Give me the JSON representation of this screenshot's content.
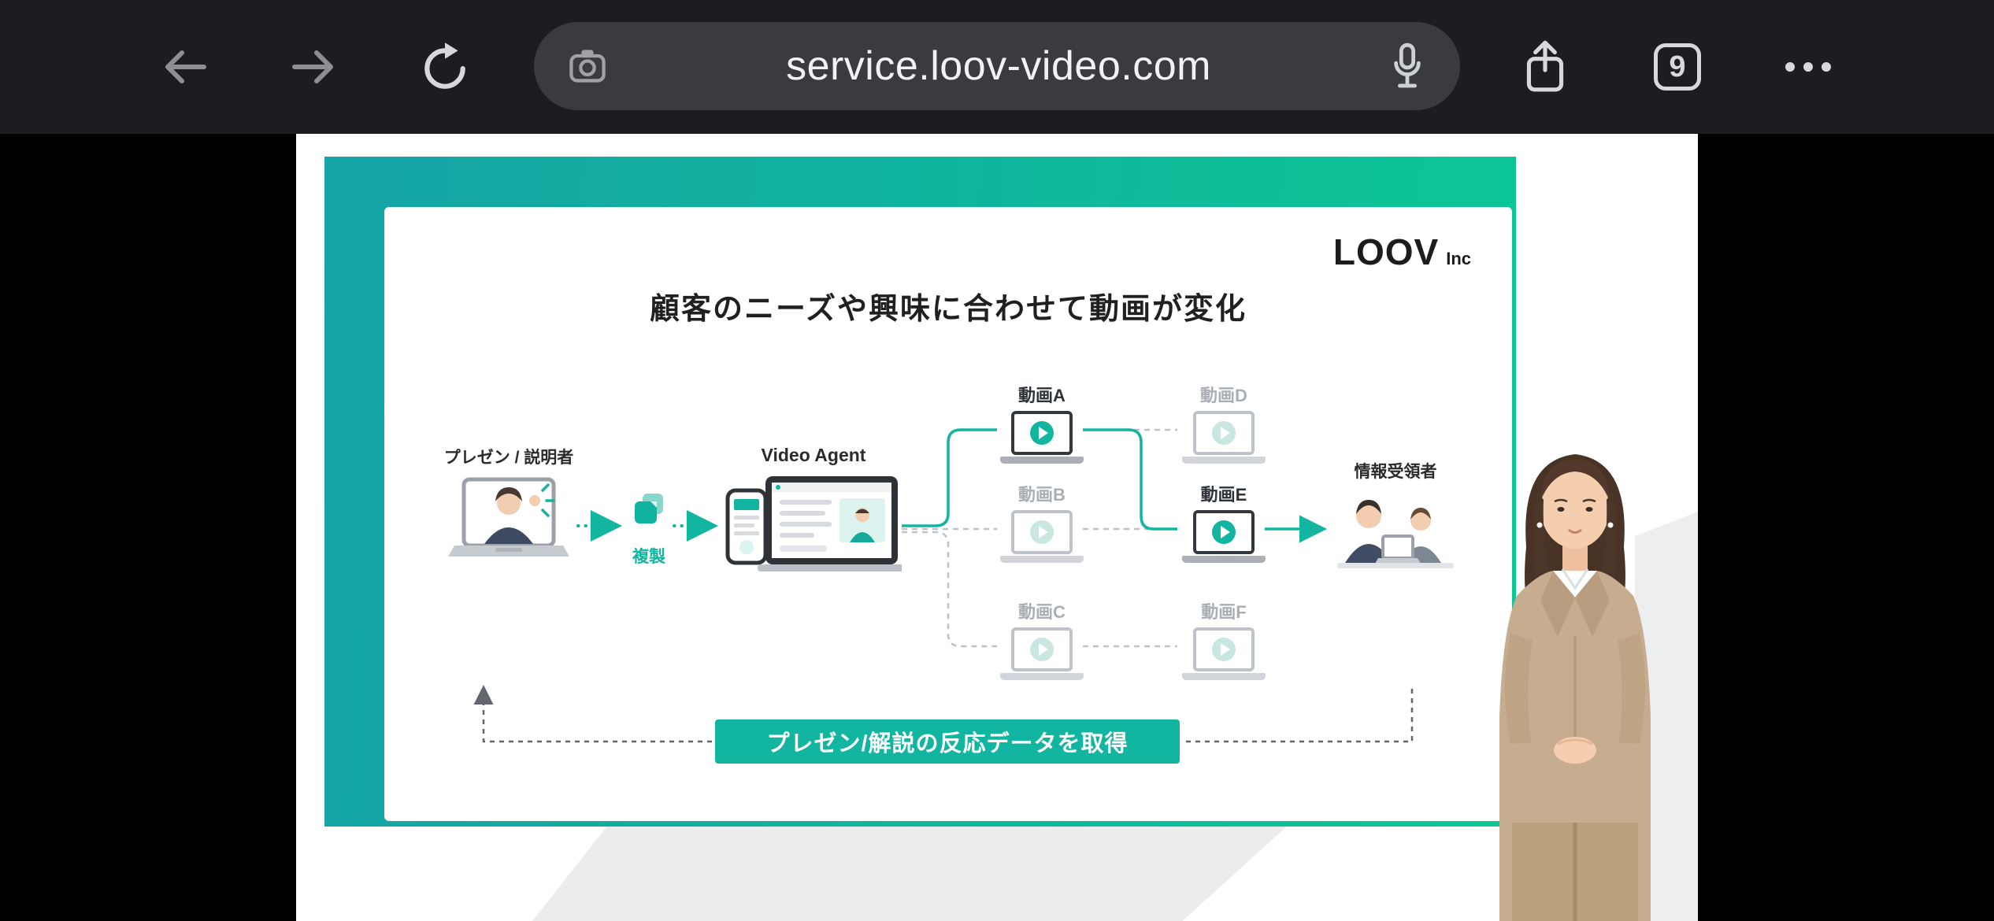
{
  "browser": {
    "url": "service.loov-video.com",
    "tab_count": "9"
  },
  "page": {
    "logo_text": "LOOV",
    "logo_suffix": "Inc",
    "title": "顧客のニーズや興味に合わせて動画が変化",
    "presenter_label": "プレゼン / 説明者",
    "copy_label": "複製",
    "agent_label": "Video Agent",
    "recipients_label": "情報受領者",
    "videos": [
      {
        "label": "動画A",
        "active": true
      },
      {
        "label": "動画B",
        "active": false
      },
      {
        "label": "動画C",
        "active": false
      },
      {
        "label": "動画D",
        "active": false
      },
      {
        "label": "動画E",
        "active": true
      },
      {
        "label": "動画F",
        "active": false
      }
    ],
    "banner_label": "プレゼン/解説の反応データを取得",
    "colors": {
      "accent_teal": "#12b5a0",
      "frame_gradient_start": "#15a3a5",
      "frame_gradient_end": "#0cc795"
    }
  }
}
